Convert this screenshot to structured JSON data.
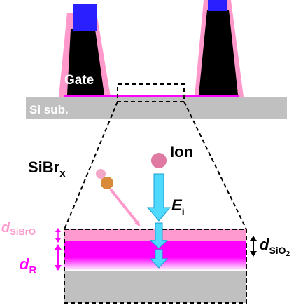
{
  "labels": {
    "gate": "Gate",
    "substrate": "Si sub.",
    "reactant_main": "SiBr",
    "reactant_sub": "x",
    "ion": "Ion",
    "energy_main": "E",
    "energy_sub": "i",
    "dsibro_main": "d",
    "dsibro_sub": "SiBrO",
    "dr_main": "d",
    "dr_sub": "R",
    "dsio2_main": "d",
    "dsio2_sub": "SiO",
    "dsio2_sub2": "2"
  },
  "colors": {
    "gate_stack": "#000000",
    "gate_cap": "#2a1fff",
    "spacer": "#ff99cc",
    "substrate": "#c0c0c0",
    "gate_oxide": "#ff00ff",
    "sibro_layer": "#ff9ad0",
    "modified_layer": "#ff00ff",
    "ion_ball": "#e07aa3",
    "ion_arrow": "#4fd9ff",
    "reactant_si": "#f4a6c8",
    "reactant_br": "#d88a3a",
    "label_magenta": "#ff00ff"
  }
}
